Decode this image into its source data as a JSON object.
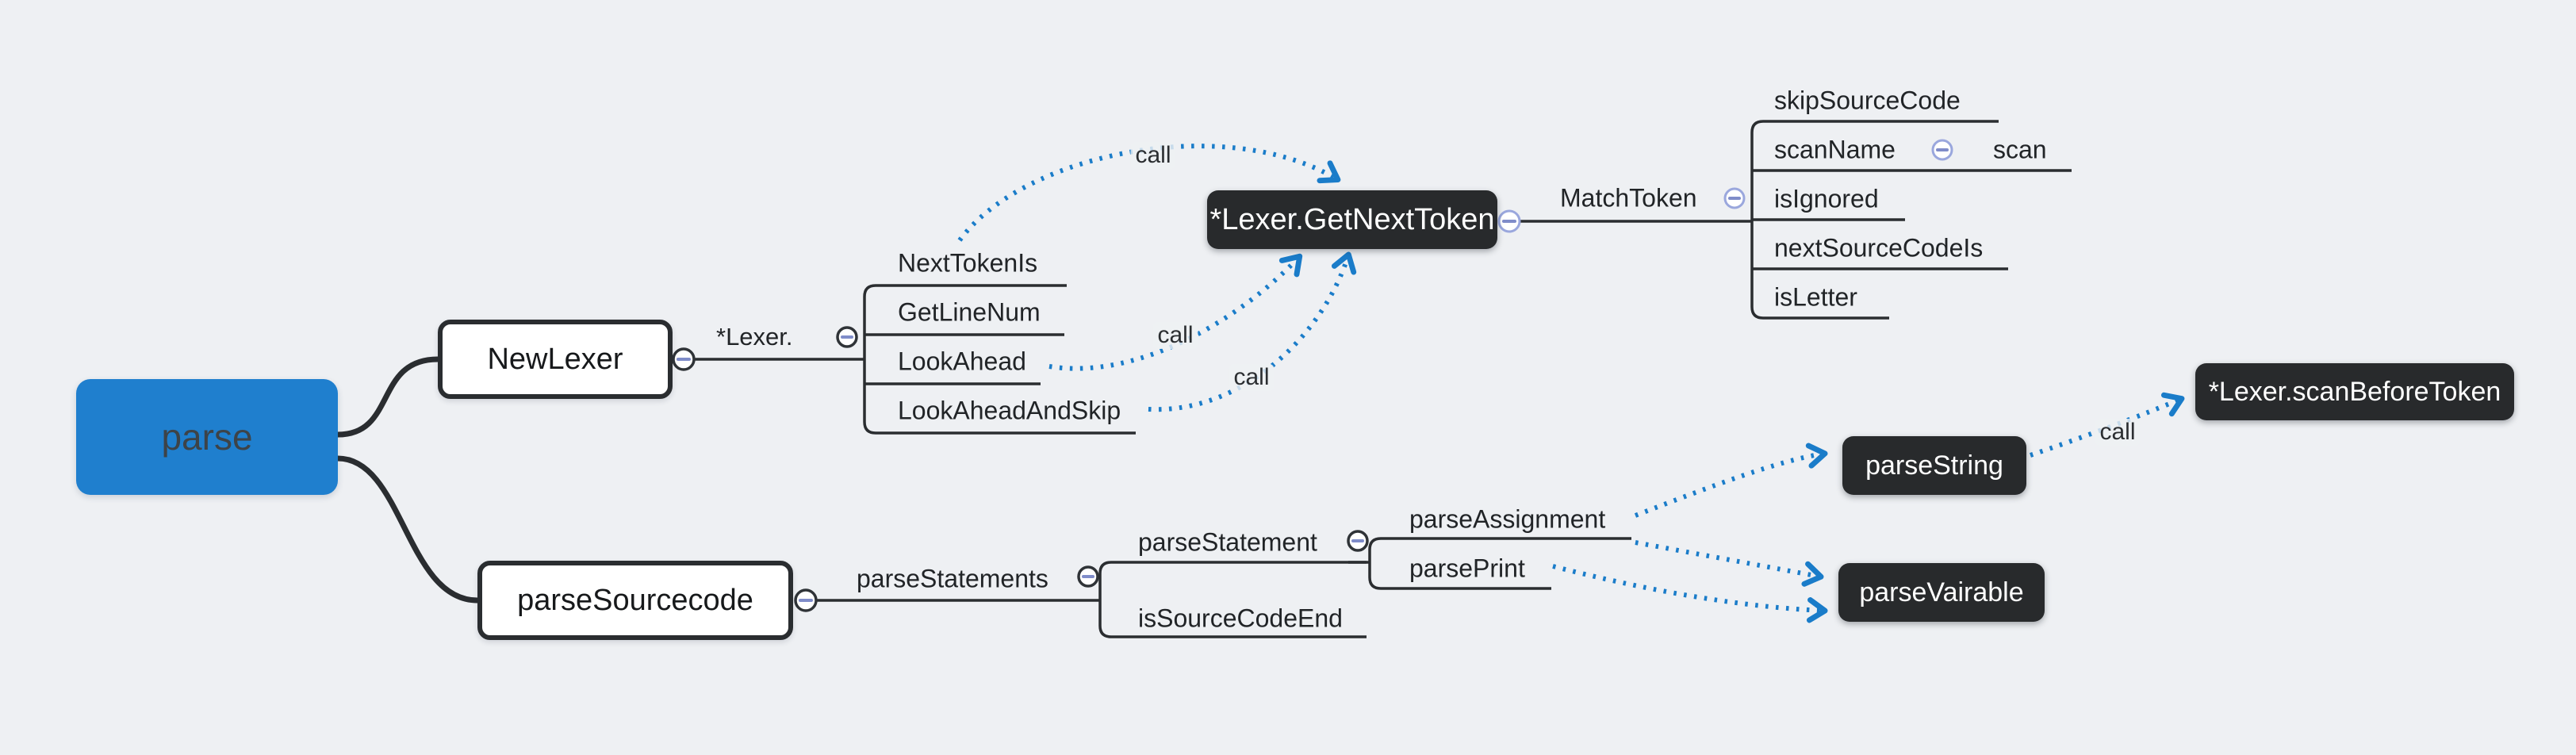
{
  "diagram": {
    "type": "mindmap",
    "root": "parse",
    "background": "#eef0f3"
  },
  "colors": {
    "root_fill": "#1f7fce",
    "dark_node_fill": "#282a2c",
    "branch_line": "#2a2d30",
    "relationship_blue": "#1a7cc9",
    "collapse_ring_dark": "#2f3337",
    "collapse_ring_light": "#9aa7dd",
    "collapse_minus": "#7f8cc9"
  },
  "nodes": {
    "parse": {
      "label": "parse"
    },
    "newlexer": {
      "label": "NewLexer"
    },
    "lexer_prefix": {
      "label": "*Lexer."
    },
    "next_token_is": {
      "label": "NextTokenIs"
    },
    "get_line_num": {
      "label": "GetLineNum"
    },
    "look_ahead": {
      "label": "LookAhead"
    },
    "look_ahead_and_skip": {
      "label": "LookAheadAndSkip"
    },
    "get_next_token": {
      "label": "*Lexer.GetNextToken"
    },
    "match_token": {
      "label": "MatchToken"
    },
    "skip_source_code": {
      "label": "skipSourceCode"
    },
    "scan_name": {
      "label": "scanName"
    },
    "scan": {
      "label": "scan"
    },
    "is_ignored": {
      "label": "isIgnored"
    },
    "next_source_code_is": {
      "label": "nextSourceCodeIs"
    },
    "is_letter": {
      "label": "isLetter"
    },
    "parse_sourcecode": {
      "label": "parseSourcecode"
    },
    "parse_statements": {
      "label": "parseStatements"
    },
    "parse_statement": {
      "label": "parseStatement"
    },
    "is_source_code_end": {
      "label": "isSourceCodeEnd"
    },
    "parse_assignment": {
      "label": "parseAssignment"
    },
    "parse_print": {
      "label": "parsePrint"
    },
    "parse_string": {
      "label": "parseString"
    },
    "parse_vairable": {
      "label": "parseVairable"
    },
    "scan_before_token": {
      "label": "*Lexer.scanBeforeToken"
    }
  },
  "relationships": {
    "calls": [
      {
        "label": "call",
        "from": "NextTokenIs",
        "to": "*Lexer.GetNextToken"
      },
      {
        "label": "call",
        "from": "LookAhead",
        "to": "*Lexer.GetNextToken"
      },
      {
        "label": "call",
        "from": "LookAheadAndSkip",
        "to": "*Lexer.GetNextToken"
      },
      {
        "label": "call",
        "from": "parseString",
        "to": "*Lexer.scanBeforeToken"
      }
    ],
    "arrows_unlabeled": [
      {
        "from": "parseAssignment",
        "to": "parseString"
      },
      {
        "from": "parseAssignment",
        "to": "parseVairable"
      },
      {
        "from": "parsePrint",
        "to": "parseVairable"
      }
    ]
  }
}
